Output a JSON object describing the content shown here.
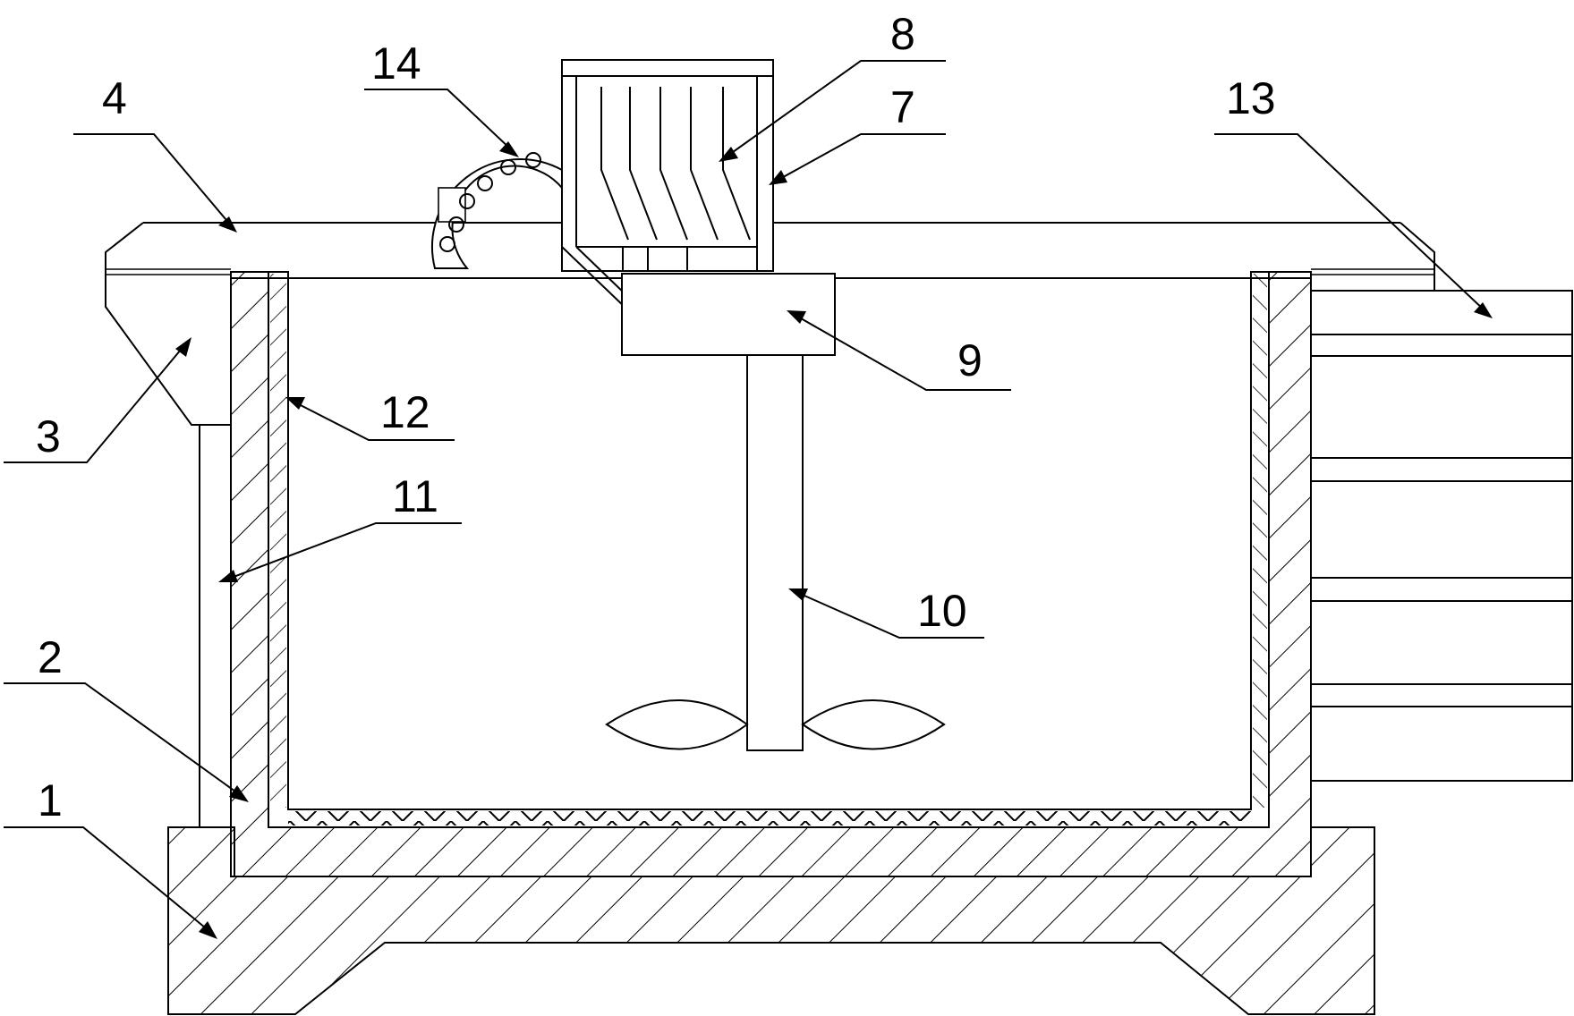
{
  "labels": {
    "l1": "1",
    "l2": "2",
    "l3": "3",
    "l4": "4",
    "l7": "7",
    "l8": "8",
    "l9": "9",
    "l10": "10",
    "l11": "11",
    "l12": "12",
    "l13": "13",
    "l14": "14"
  }
}
